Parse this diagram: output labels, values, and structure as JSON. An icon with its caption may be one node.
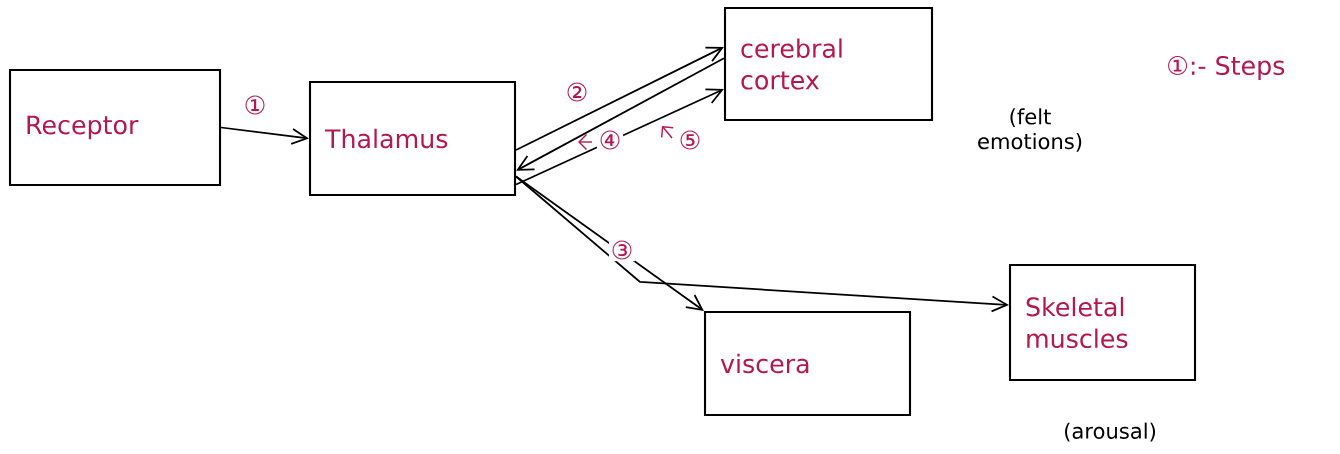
{
  "diagram": {
    "nodes": [
      {
        "text": [
          "Receptor"
        ]
      },
      {
        "text": [
          "Thalamus"
        ]
      },
      {
        "text": [
          "cerebral cortex"
        ],
        "beside": [
          "(felt emotions)"
        ]
      },
      {
        "text": [
          "viscera"
        ]
      },
      {
        "text": [
          "Skeletal muscles"
        ],
        "beside": [
          "(arousal)"
        ]
      }
    ],
    "edges": [
      {
        "from": 0,
        "to": 1,
        "arrow": "to",
        "label": "①"
      },
      {
        "from": 1,
        "to": 2,
        "arrow": "to",
        "label": "②"
      },
      {
        "from": 2,
        "to": 1,
        "arrow": "to",
        "label": "④"
      },
      {
        "from": 1,
        "to": 2,
        "arrow": "to",
        "label": "⑤"
      },
      {
        "from": 1,
        "to": 3,
        "arrow": "to",
        "label": "③"
      },
      {
        "from": 1,
        "to": 4,
        "arrow": "to"
      }
    ],
    "labels": [
      "①:- Steps"
    ]
  }
}
